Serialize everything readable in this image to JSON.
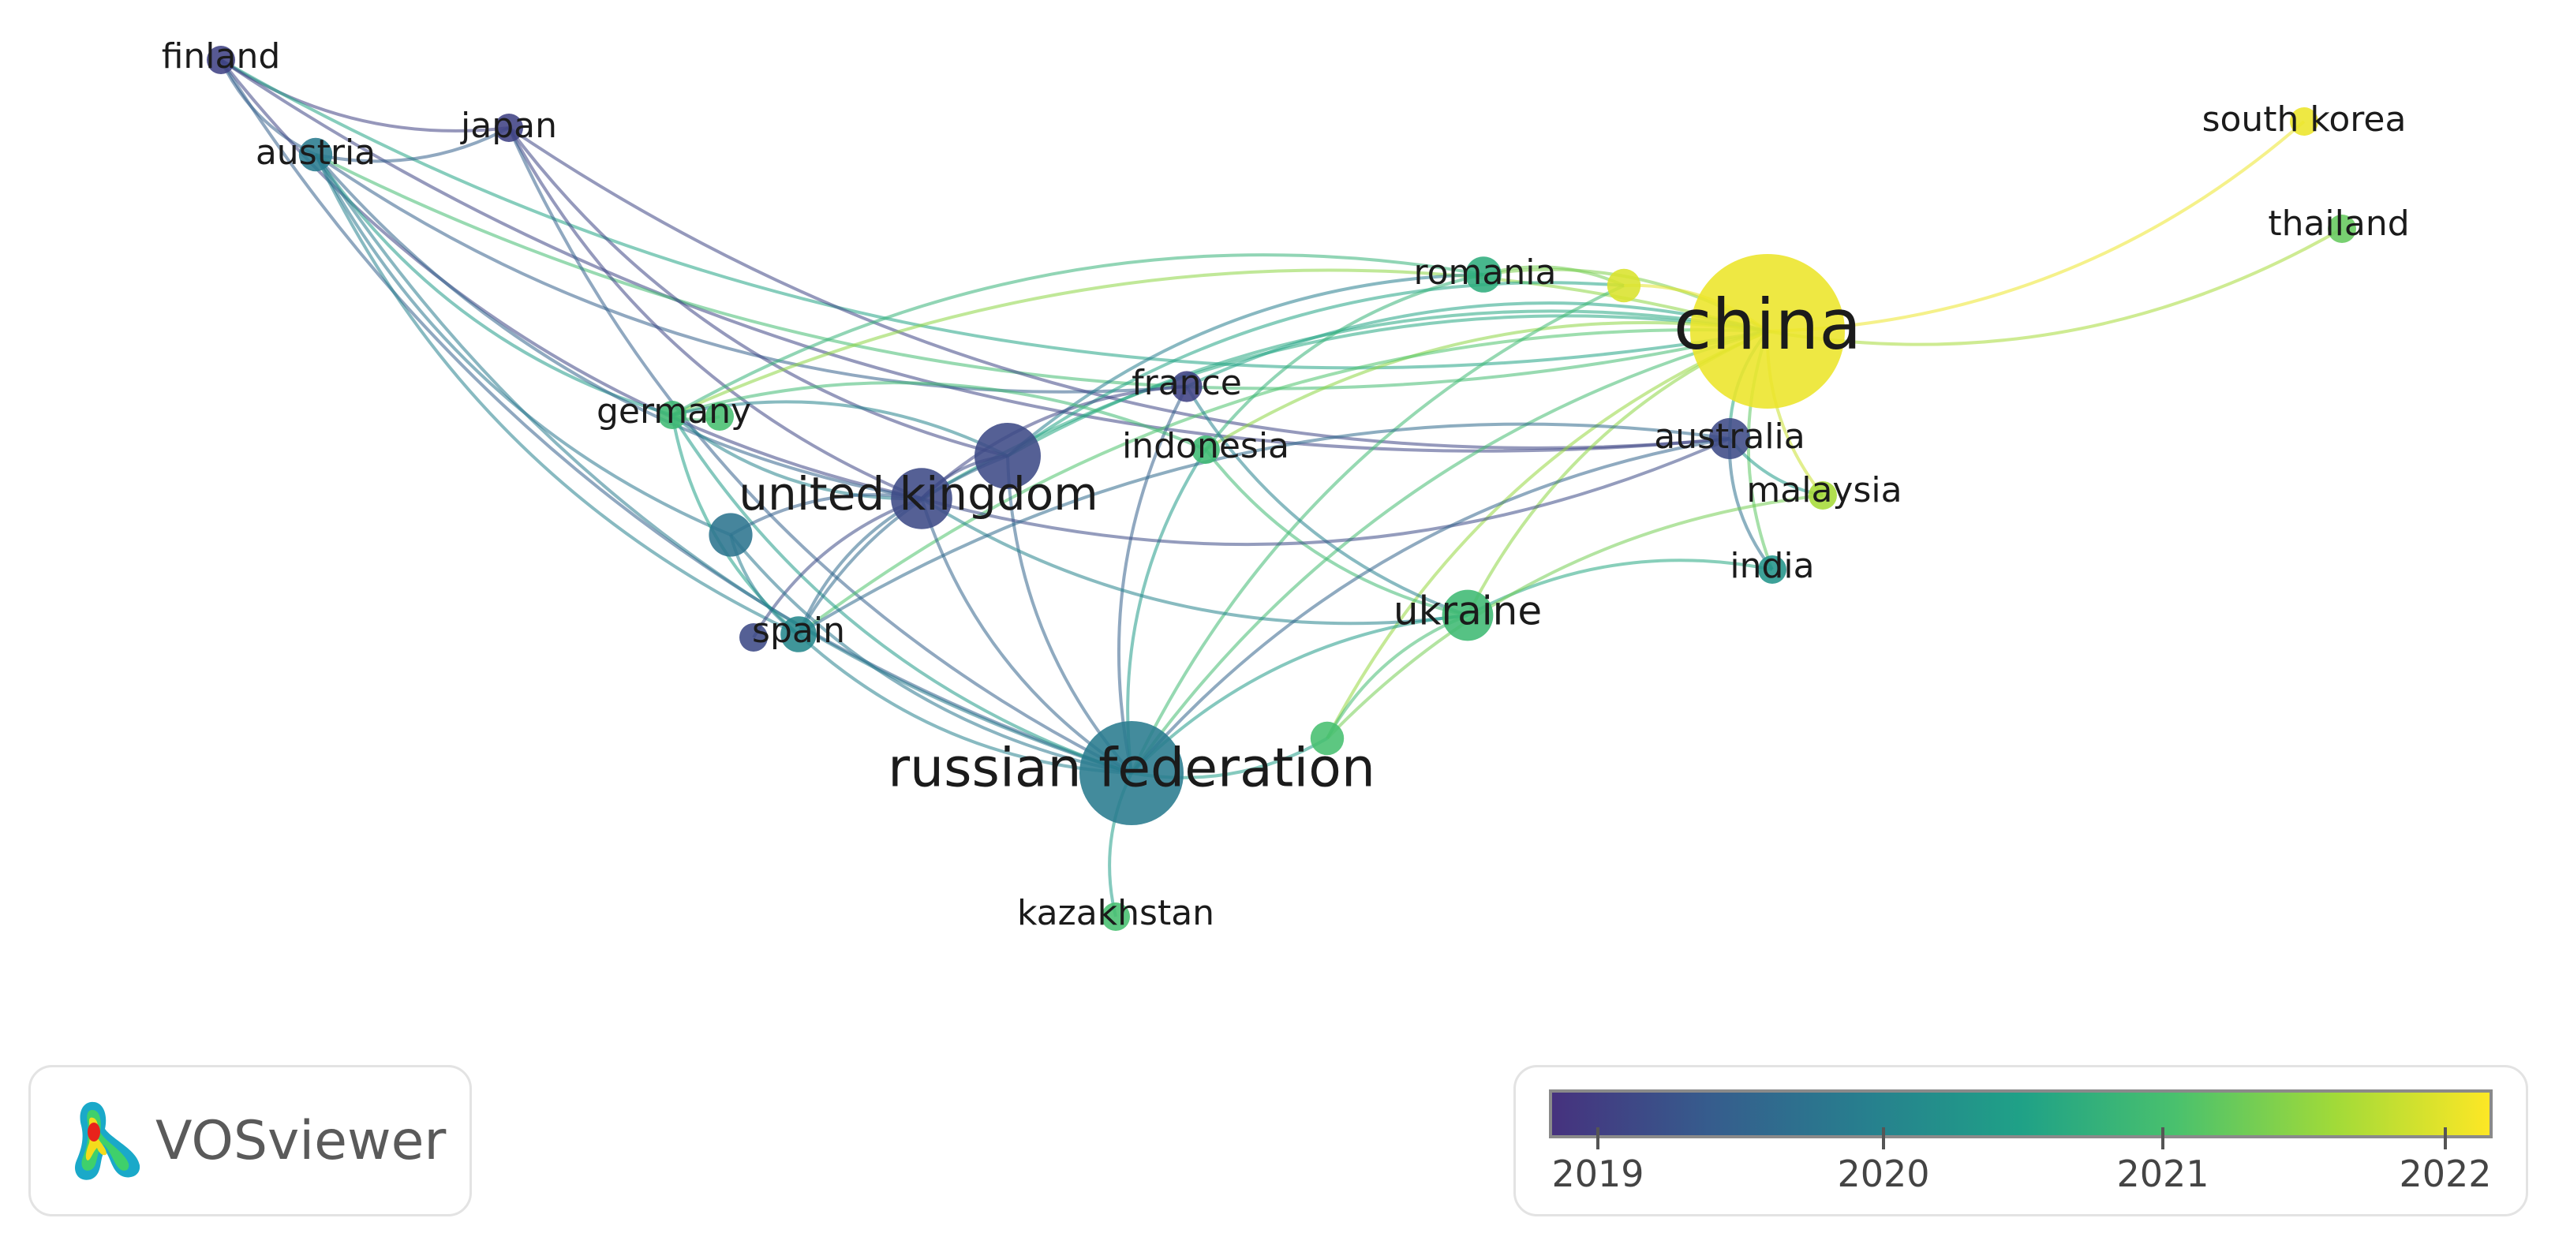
{
  "nodes": [
    {
      "id": "finland",
      "label": "finland",
      "year": 2019.1,
      "weight": 1.0
    },
    {
      "id": "japan",
      "label": "japan",
      "year": 2019.1,
      "weight": 1.0
    },
    {
      "id": "austria",
      "label": "austria",
      "year": 2019.9,
      "weight": 1.2
    },
    {
      "id": "south-korea",
      "label": "south korea",
      "year": 2022.0,
      "weight": 1.0
    },
    {
      "id": "thailand",
      "label": "thailand",
      "year": 2021.2,
      "weight": 1.0
    },
    {
      "id": "romania",
      "label": "romania",
      "year": 2020.7,
      "weight": 1.3
    },
    {
      "id": "china",
      "label": "china",
      "year": 2022.0,
      "weight": 6.0
    },
    {
      "id": "unlabeled-yellow",
      "label": "",
      "year": 2021.9,
      "weight": 1.2
    },
    {
      "id": "france",
      "label": "france",
      "year": 2019.1,
      "weight": 1.1
    },
    {
      "id": "germany",
      "label": "germany",
      "year": 2020.9,
      "weight": 1.0
    },
    {
      "id": "unlabeled-germany-2",
      "label": "",
      "year": 2021.0,
      "weight": 1.0
    },
    {
      "id": "indonesia",
      "label": "indonesia",
      "year": 2020.9,
      "weight": 1.0
    },
    {
      "id": "unlabeled-purple-large",
      "label": "",
      "year": 2019.2,
      "weight": 2.5
    },
    {
      "id": "united-kingdom",
      "label": "united kingdom",
      "year": 2019.2,
      "weight": 2.3
    },
    {
      "id": "australia",
      "label": "australia",
      "year": 2019.2,
      "weight": 1.5
    },
    {
      "id": "malaysia",
      "label": "malaysia",
      "year": 2021.6,
      "weight": 1.0
    },
    {
      "id": "india",
      "label": "india",
      "year": 2020.3,
      "weight": 1.0
    },
    {
      "id": "unlabeled-teal",
      "label": "",
      "year": 2019.8,
      "weight": 1.6
    },
    {
      "id": "spain",
      "label": "spain",
      "year": 2020.1,
      "weight": 1.3
    },
    {
      "id": "unlabeled-spain-2",
      "label": "",
      "year": 2019.2,
      "weight": 1.0
    },
    {
      "id": "ukraine",
      "label": "ukraine",
      "year": 2020.9,
      "weight": 1.9
    },
    {
      "id": "unlabeled-green",
      "label": "",
      "year": 2021.0,
      "weight": 1.2
    },
    {
      "id": "russian-federation",
      "label": "russian federation",
      "year": 2019.9,
      "weight": 4.0
    },
    {
      "id": "kazakhstan",
      "label": "kazakhstan",
      "year": 2021.0,
      "weight": 1.0
    }
  ],
  "links": [
    [
      "finland",
      "austria"
    ],
    [
      "finland",
      "japan"
    ],
    [
      "finland",
      "china"
    ],
    [
      "finland",
      "united-kingdom"
    ],
    [
      "finland",
      "russian-federation"
    ],
    [
      "finland",
      "australia"
    ],
    [
      "austria",
      "japan"
    ],
    [
      "austria",
      "germany"
    ],
    [
      "austria",
      "united-kingdom"
    ],
    [
      "austria",
      "spain"
    ],
    [
      "austria",
      "russian-federation"
    ],
    [
      "austria",
      "unlabeled-teal"
    ],
    [
      "austria",
      "france"
    ],
    [
      "austria",
      "china"
    ],
    [
      "japan",
      "united-kingdom"
    ],
    [
      "japan",
      "australia"
    ],
    [
      "japan",
      "russian-federation"
    ],
    [
      "japan",
      "unlabeled-purple-large"
    ],
    [
      "china",
      "south-korea"
    ],
    [
      "china",
      "thailand"
    ],
    [
      "china",
      "romania"
    ],
    [
      "china",
      "unlabeled-yellow"
    ],
    [
      "china",
      "malaysia"
    ],
    [
      "china",
      "australia"
    ],
    [
      "china",
      "india"
    ],
    [
      "china",
      "united-kingdom"
    ],
    [
      "china",
      "unlabeled-purple-large"
    ],
    [
      "china",
      "ukraine"
    ],
    [
      "china",
      "russian-federation"
    ],
    [
      "china",
      "germany"
    ],
    [
      "china",
      "indonesia"
    ],
    [
      "china",
      "spain"
    ],
    [
      "china",
      "unlabeled-green"
    ],
    [
      "china",
      "france"
    ],
    [
      "unlabeled-yellow",
      "romania"
    ],
    [
      "unlabeled-yellow",
      "unlabeled-purple-large"
    ],
    [
      "unlabeled-yellow",
      "russian-federation"
    ],
    [
      "romania",
      "unlabeled-purple-large"
    ],
    [
      "romania",
      "indonesia"
    ],
    [
      "romania",
      "germany"
    ],
    [
      "france",
      "russian-federation"
    ],
    [
      "france",
      "united-kingdom"
    ],
    [
      "france",
      "ukraine"
    ],
    [
      "germany",
      "united-kingdom"
    ],
    [
      "germany",
      "russian-federation"
    ],
    [
      "germany",
      "spain"
    ],
    [
      "germany",
      "unlabeled-germany-2"
    ],
    [
      "indonesia",
      "ukraine"
    ],
    [
      "indonesia",
      "russian-federation"
    ],
    [
      "indonesia",
      "germany"
    ],
    [
      "unlabeled-purple-large",
      "united-kingdom"
    ],
    [
      "unlabeled-purple-large",
      "russian-federation"
    ],
    [
      "unlabeled-purple-large",
      "spain"
    ],
    [
      "unlabeled-purple-large",
      "germany"
    ],
    [
      "united-kingdom",
      "spain"
    ],
    [
      "united-kingdom",
      "russian-federation"
    ],
    [
      "united-kingdom",
      "unlabeled-teal"
    ],
    [
      "united-kingdom",
      "australia"
    ],
    [
      "united-kingdom",
      "ukraine"
    ],
    [
      "united-kingdom",
      "unlabeled-spain-2"
    ],
    [
      "australia",
      "russian-federation"
    ],
    [
      "australia",
      "spain"
    ],
    [
      "australia",
      "malaysia"
    ],
    [
      "australia",
      "india"
    ],
    [
      "india",
      "ukraine"
    ],
    [
      "malaysia",
      "unlabeled-green"
    ],
    [
      "unlabeled-teal",
      "spain"
    ],
    [
      "unlabeled-teal",
      "russian-federation"
    ],
    [
      "spain",
      "russian-federation"
    ],
    [
      "ukraine",
      "russian-federation"
    ],
    [
      "ukraine",
      "unlabeled-green"
    ],
    [
      "russian-federation",
      "kazakhstan"
    ],
    [
      "russian-federation",
      "unlabeled-green"
    ]
  ],
  "legend": {
    "logo_text": "VOSviewer",
    "years": [
      "2019",
      "2020",
      "2021",
      "2022"
    ],
    "colormap": [
      "#46327e",
      "#365c8d",
      "#277f8e",
      "#1fa187",
      "#4ac16d",
      "#a0da39",
      "#fde725"
    ]
  }
}
